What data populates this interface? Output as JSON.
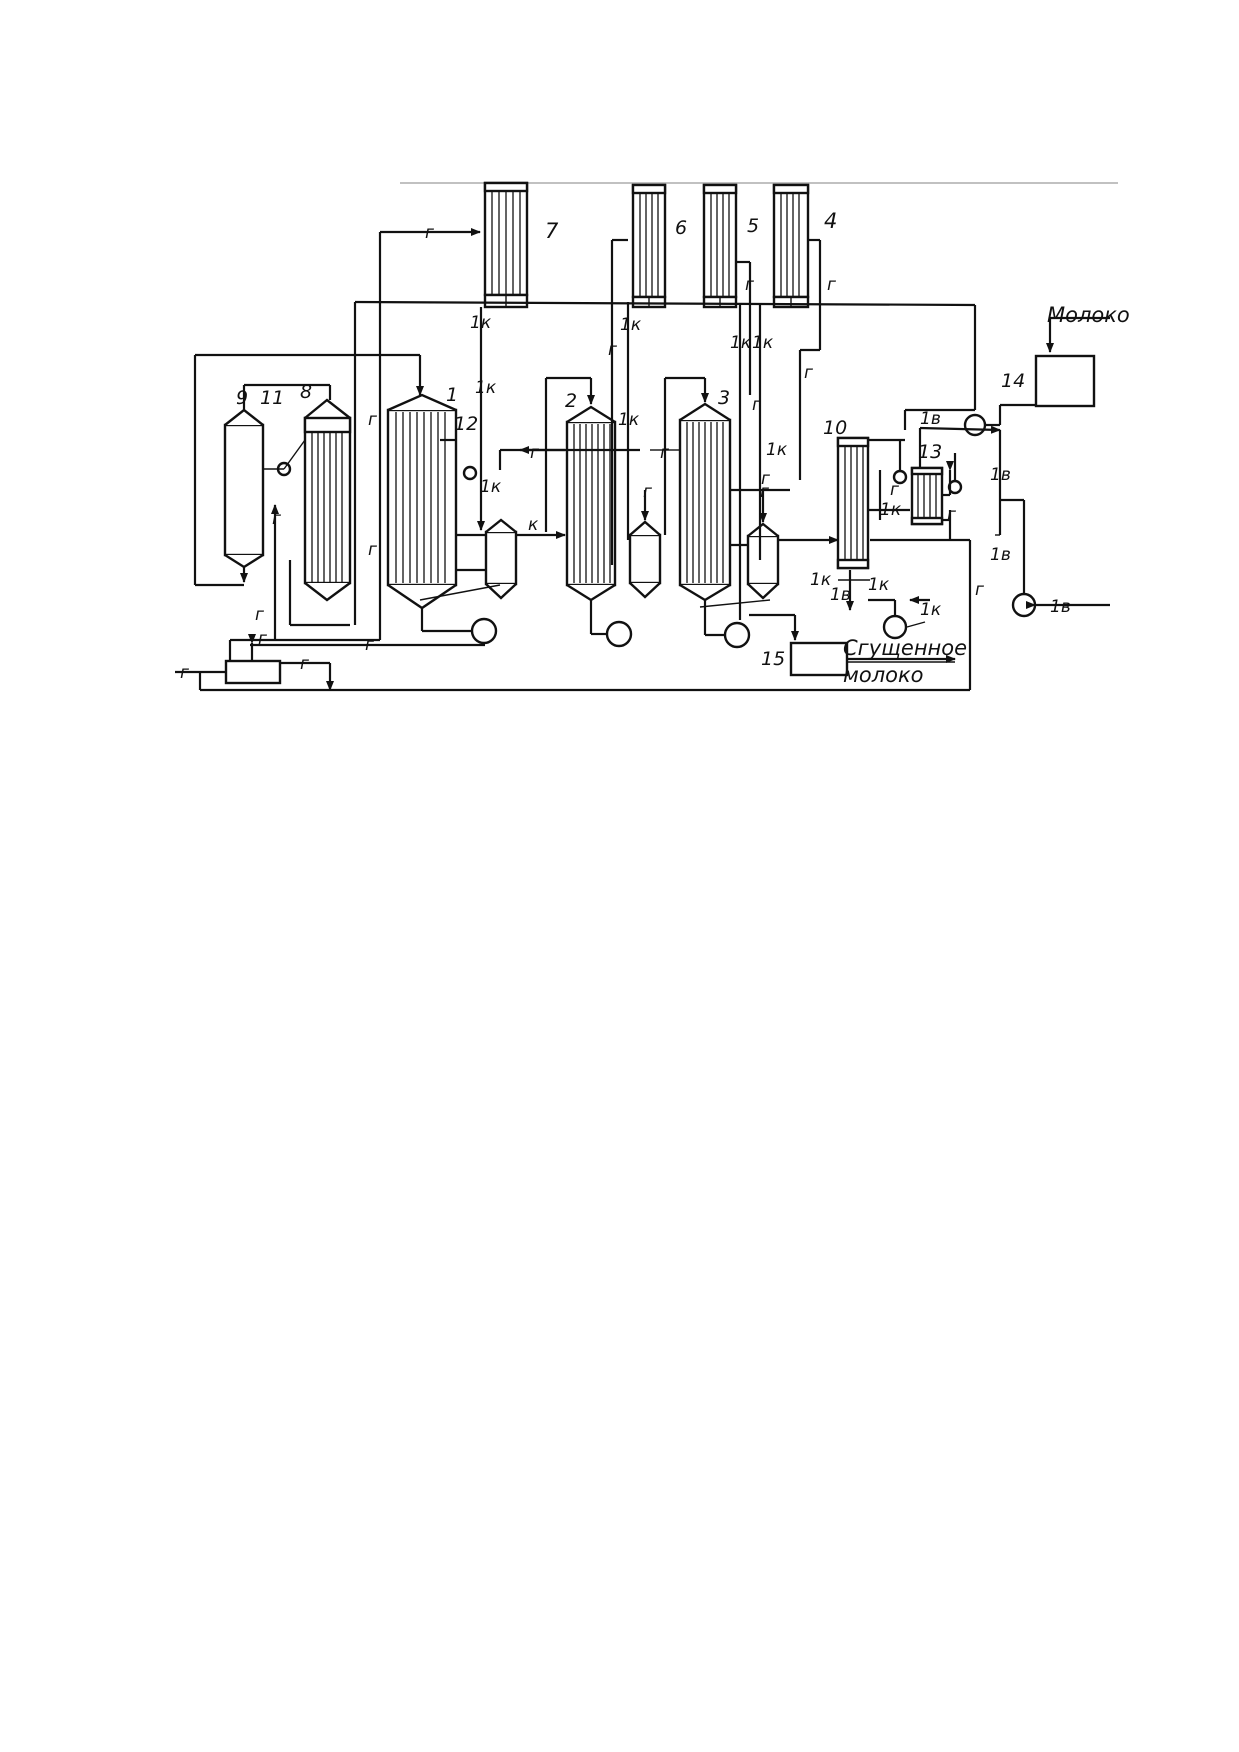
{
  "labels": {
    "milk": "Молоко",
    "condensed_1": "Сгущенное",
    "condensed_2": "молоко",
    "n1": "1",
    "n2": "2",
    "n3": "3",
    "n4": "4",
    "n5": "5",
    "n6": "6",
    "n7": "7",
    "n8": "8",
    "n9": "9",
    "n10": "10",
    "n11": "11",
    "n12": "12",
    "n13": "13",
    "n14": "14",
    "n15": "15",
    "g": "г",
    "k": "к",
    "k1": "1к",
    "v1": "1в"
  }
}
